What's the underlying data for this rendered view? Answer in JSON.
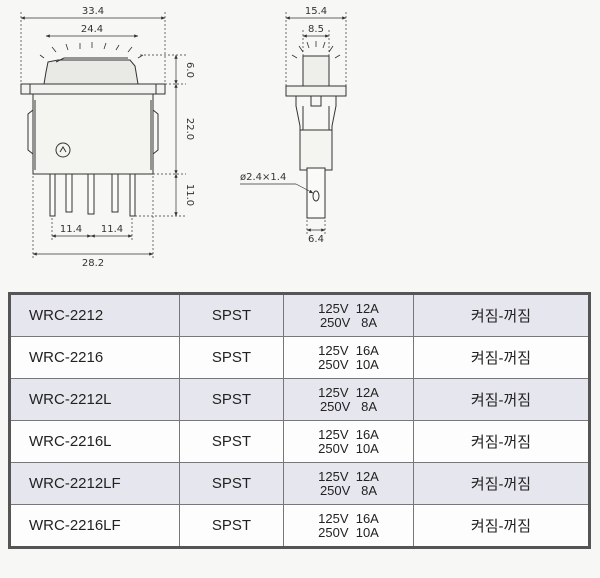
{
  "drawing": {
    "front_view": {
      "overall_width": "33.4",
      "actuator_width": "24.4",
      "actuator_height": "6.0",
      "body_height": "22.0",
      "terminal_length": "11.0",
      "pitch_left": "11.4",
      "pitch_right": "11.4",
      "body_width": "28.2"
    },
    "side_view": {
      "overall_width": "15.4",
      "actuator_width": "8.5",
      "hole_spec": "ø2.4×1.4",
      "terminal_width": "6.4"
    }
  },
  "table": {
    "rows": [
      {
        "model": "WRC-2212",
        "poles": "SPST",
        "rating_1": "125V  12A",
        "rating_2": "250V   8A",
        "function": "켜짐-꺼짐"
      },
      {
        "model": "WRC-2216",
        "poles": "SPST",
        "rating_1": "125V  16A",
        "rating_2": "250V  10A",
        "function": "켜짐-꺼짐"
      },
      {
        "model": "WRC-2212L",
        "poles": "SPST",
        "rating_1": "125V  12A",
        "rating_2": "250V   8A",
        "function": "켜짐-꺼짐"
      },
      {
        "model": "WRC-2216L",
        "poles": "SPST",
        "rating_1": "125V  16A",
        "rating_2": "250V  10A",
        "function": "켜짐-꺼짐"
      },
      {
        "model": "WRC-2212LF",
        "poles": "SPST",
        "rating_1": "125V  12A",
        "rating_2": "250V   8A",
        "function": "켜짐-꺼짐"
      },
      {
        "model": "WRC-2216LF",
        "poles": "SPST",
        "rating_1": "125V  16A",
        "rating_2": "250V  10A",
        "function": "켜짐-꺼짐"
      }
    ]
  }
}
